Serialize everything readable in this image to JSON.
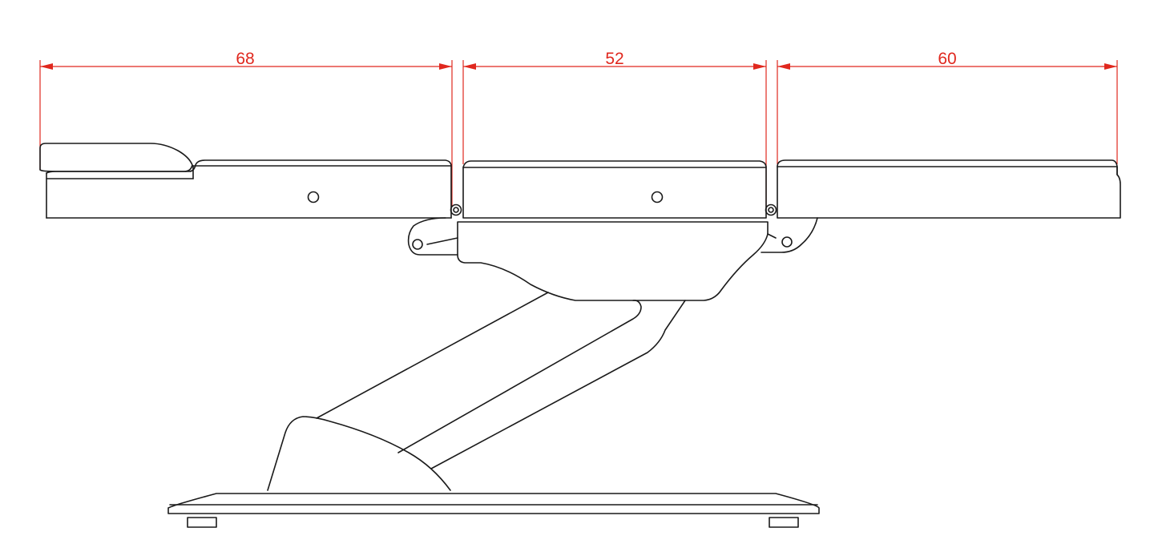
{
  "dimensions": {
    "head_section": {
      "label": "68"
    },
    "seat_section": {
      "label": "52"
    },
    "leg_section": {
      "label": "60"
    }
  },
  "colors": {
    "outline": "#1a1a1a",
    "dimension": "#e0281e",
    "background": "#ffffff"
  }
}
